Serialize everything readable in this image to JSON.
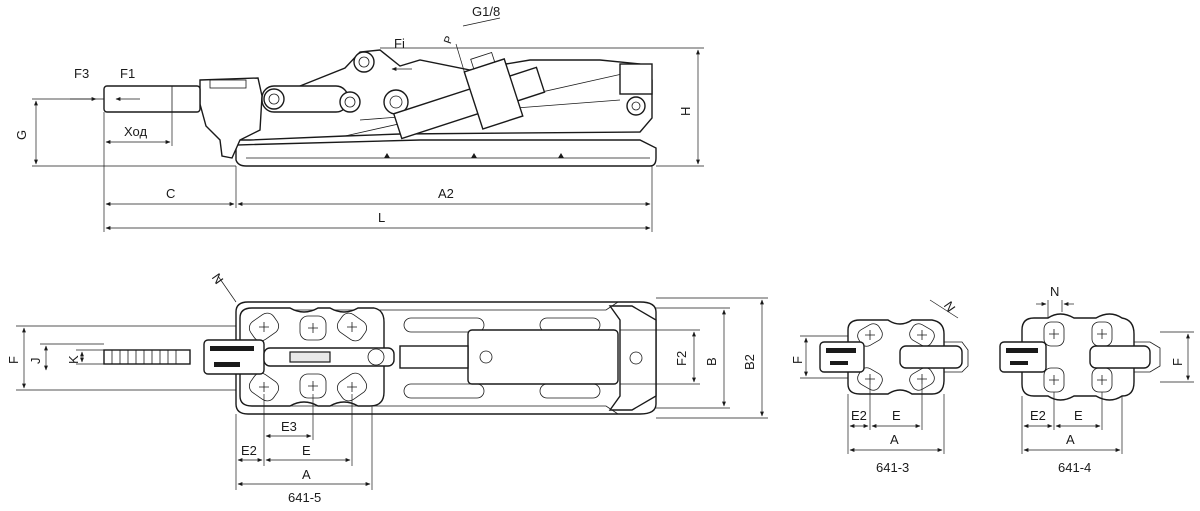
{
  "side_view": {
    "labels": {
      "f3": "F3",
      "f1": "F1",
      "fi": "Fi",
      "g18": "G1/8",
      "p": "P",
      "g": "G",
      "h": "H",
      "hod": "Ход",
      "c": "C",
      "a2": "A2",
      "l": "L"
    }
  },
  "top_view_641_5": {
    "labels": {
      "n": "N",
      "f": "F",
      "j": "J",
      "k": "K",
      "f2": "F2",
      "b": "B",
      "b2": "B2",
      "e3": "E3",
      "e2": "E2",
      "e": "E",
      "a": "A",
      "model": "641-5"
    }
  },
  "view_641_3": {
    "labels": {
      "n": "N",
      "f": "F",
      "e2": "E2",
      "e": "E",
      "a": "A",
      "model": "641-3"
    }
  },
  "view_641_4": {
    "labels": {
      "n": "N",
      "f": "F",
      "e2": "E2",
      "e": "E",
      "a": "A",
      "model": "641-4"
    }
  }
}
